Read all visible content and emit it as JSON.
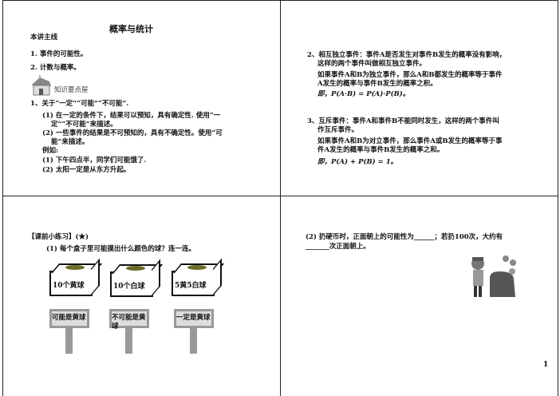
{
  "slide1": {
    "title": "概率与统计",
    "section": "本讲主线",
    "items": [
      "1.  事件的可能性。",
      "2.  计数与概率。"
    ],
    "knowledge_label": "知识要点屋",
    "lines": [
      "1、关于“一定”“可能”“不可能”.",
      "(1) 在一定的条件下，结果可以预知，具有确定性. 使用“一",
      "定”“不可能”来描述。",
      "(2) 一些事件的结果是不可预知的，具有不确定性。使用“可",
      "能”来描述。",
      "例如:",
      "(1) 下午四点半，同学们可能饿了.",
      "(2) 太阳一定是从东方升起。"
    ]
  },
  "slide2": {
    "lines": [
      "2、相互独立事件：事件A是否发生对事件B发生的概率没有影响，",
      "这样的两个事件叫做相互独立事件。",
      "如果事件A和B为独立事件，那么A和B都发生的概率等于事件",
      "A发生的概率与事件B发生的概率之积。",
      "即，P(A·B) = P(A)·P(B)。",
      "3、互斥事件：事件A和事件B不能同时发生，这样的两个事件叫",
      "作互斥事件。",
      "如果事件A和B为对立事件，那么事件A或B发生的概率等于事",
      "件A发生的概率与事件B发生的概率之和。",
      "即，P(A) + P(B) = 1。"
    ]
  },
  "slide3": {
    "heading": "【课前小练习】(★)",
    "question": "(1) 每个盒子里可能摸出什么颜色的球？连一连。",
    "boxes": [
      "10个黄球",
      "10个白球",
      "5黄5白球"
    ],
    "signs": [
      "可能是黄球",
      "不可能是黄球",
      "一定是黄球"
    ]
  },
  "slide4": {
    "line1": "(2) 扔硬币时，正面朝上的可能性为______；若扔100次，大约有",
    "line2": "_______次正面朝上。",
    "page_number": "1"
  }
}
